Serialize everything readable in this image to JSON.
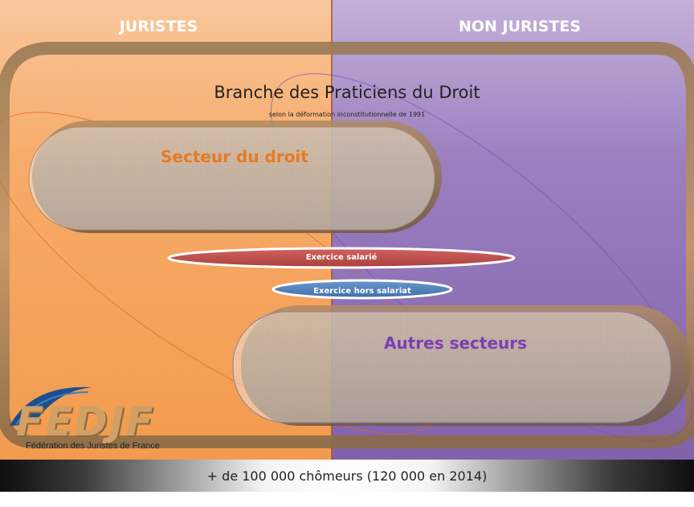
{
  "columns": {
    "left_title": "JURISTES",
    "right_title": "NON JURISTES"
  },
  "branch": {
    "title": "Branche des Praticiens du Droit",
    "subtitle": "selon la déformation inconstitutionnelle de 1991"
  },
  "sectors": {
    "law": "Secteur du droit",
    "others": "Autres secteurs"
  },
  "work_modes": {
    "salaried": "Exercice salarié",
    "non_salaried": "Exercice hors  salariat"
  },
  "logo": {
    "text": "FEDJF",
    "subtitle": "Fédération des Juristes de France"
  },
  "footer": "+ de 100 000 chômeurs (120 000 en 2014)",
  "colors": {
    "orange_bg": "#f5a25e",
    "purple_bg": "#8f6fb5",
    "law_text": "#e87a22",
    "others_text": "#7a3fb2",
    "salaried_pill": "#c0504d",
    "non_salaried_pill": "#4f81bd"
  }
}
